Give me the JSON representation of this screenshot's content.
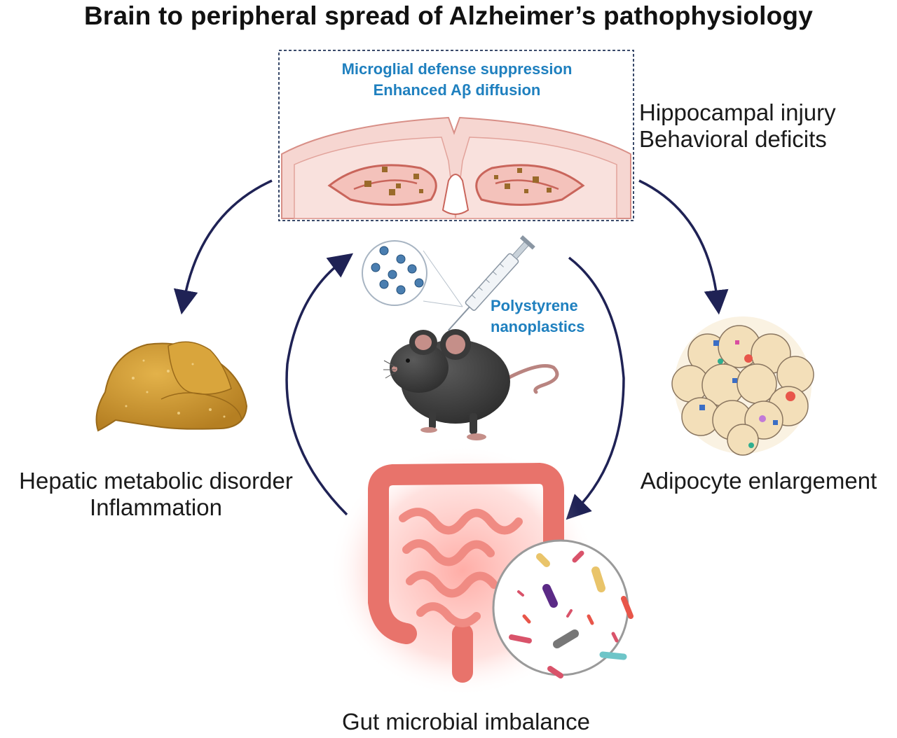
{
  "title": "Brain to peripheral spread of Alzheimer’s pathophysiology",
  "brain": {
    "box_lines": [
      "Microglial defense suppression",
      "Enhanced Aβ diffusion"
    ],
    "side_lines": [
      "Hippocampal injury",
      "Behavioral deficits"
    ]
  },
  "center": {
    "treatment_lines": [
      "Polystyrene",
      "nanoplastics"
    ]
  },
  "liver": {
    "lines": [
      "Hepatic metabolic disorder",
      "Inflammation"
    ]
  },
  "adipose": {
    "lines": [
      "Adipocyte enlargement"
    ]
  },
  "gut": {
    "lines": [
      "Gut microbial imbalance"
    ]
  },
  "colors": {
    "arrow": "#1f2255",
    "blue_text": "#1f80bf",
    "liver": "#c8962c",
    "gut": "#e8736b",
    "brain": "#f3c7c1"
  }
}
